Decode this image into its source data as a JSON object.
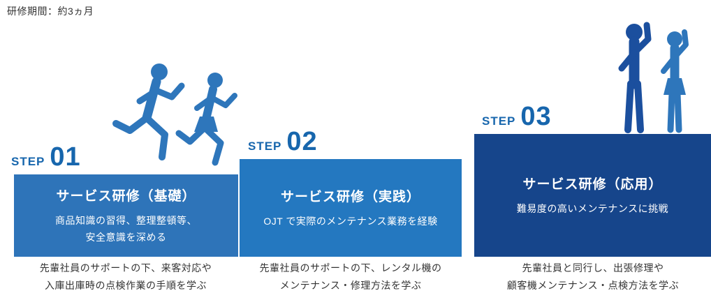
{
  "header": {
    "period": "研修期間：約3ヵ月"
  },
  "steps": [
    {
      "step_word": "STEP",
      "step_number": "01",
      "title": "サービス研修（基礎）",
      "body": "商品知識の習得、整理整頓等、\n安全意識を深める",
      "note": "先輩社員のサポートの下、来客対応や\n入庫出庫時の点検作業の手順を学ぶ"
    },
    {
      "step_word": "STEP",
      "step_number": "02",
      "title": "サービス研修（実践）",
      "body": "OJT で実際のメンテナンス業務を経験",
      "note": "先輩社員のサポートの下、レンタル機の\nメンテナンス・修理方法を学ぶ"
    },
    {
      "step_word": "STEP",
      "step_number": "03",
      "title": "サービス研修（応用）",
      "body": "難易度の高いメンテナンスに挑戦",
      "note": "先輩社員と同行し、出張修理や\n顧客機メンテナンス・点検方法を学ぶ"
    }
  ],
  "icons": {
    "runners": "running-people-icon",
    "cheering": "cheering-people-icon"
  },
  "colors": {
    "background": "#ffffff",
    "step1-block": "#2e74b9",
    "step2-block": "#2478c0",
    "step3-block": "#16458b",
    "step-label": "#1766ad",
    "text-dark": "#333333",
    "figure-mid": "#2e76bb",
    "figure-dark": "#1b4f9e"
  }
}
